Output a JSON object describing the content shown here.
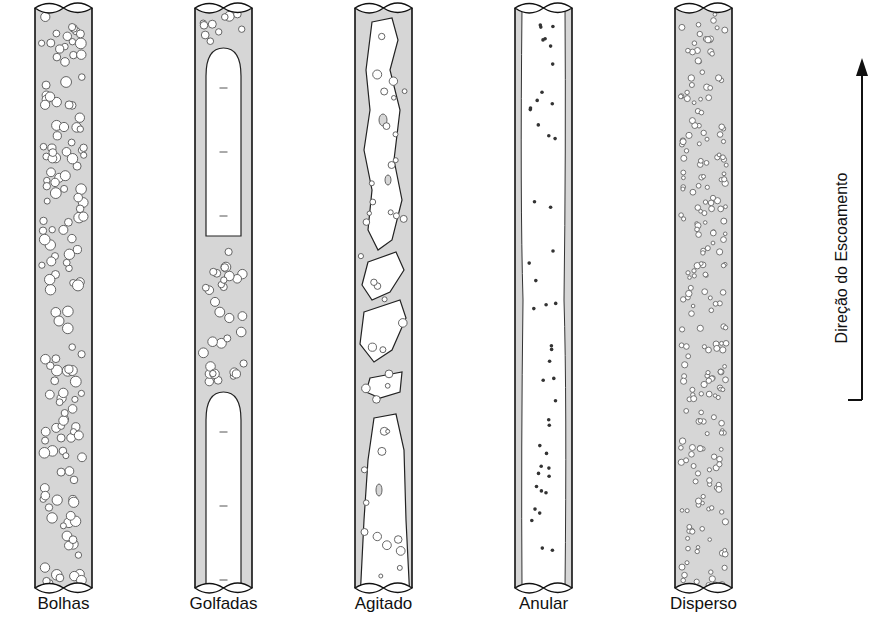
{
  "diagram": {
    "labels": [
      "Bolhas",
      "Golfadas",
      "Agitado",
      "Anular",
      "Disperso",
      "Direção do Escoamento"
    ]
  }
}
